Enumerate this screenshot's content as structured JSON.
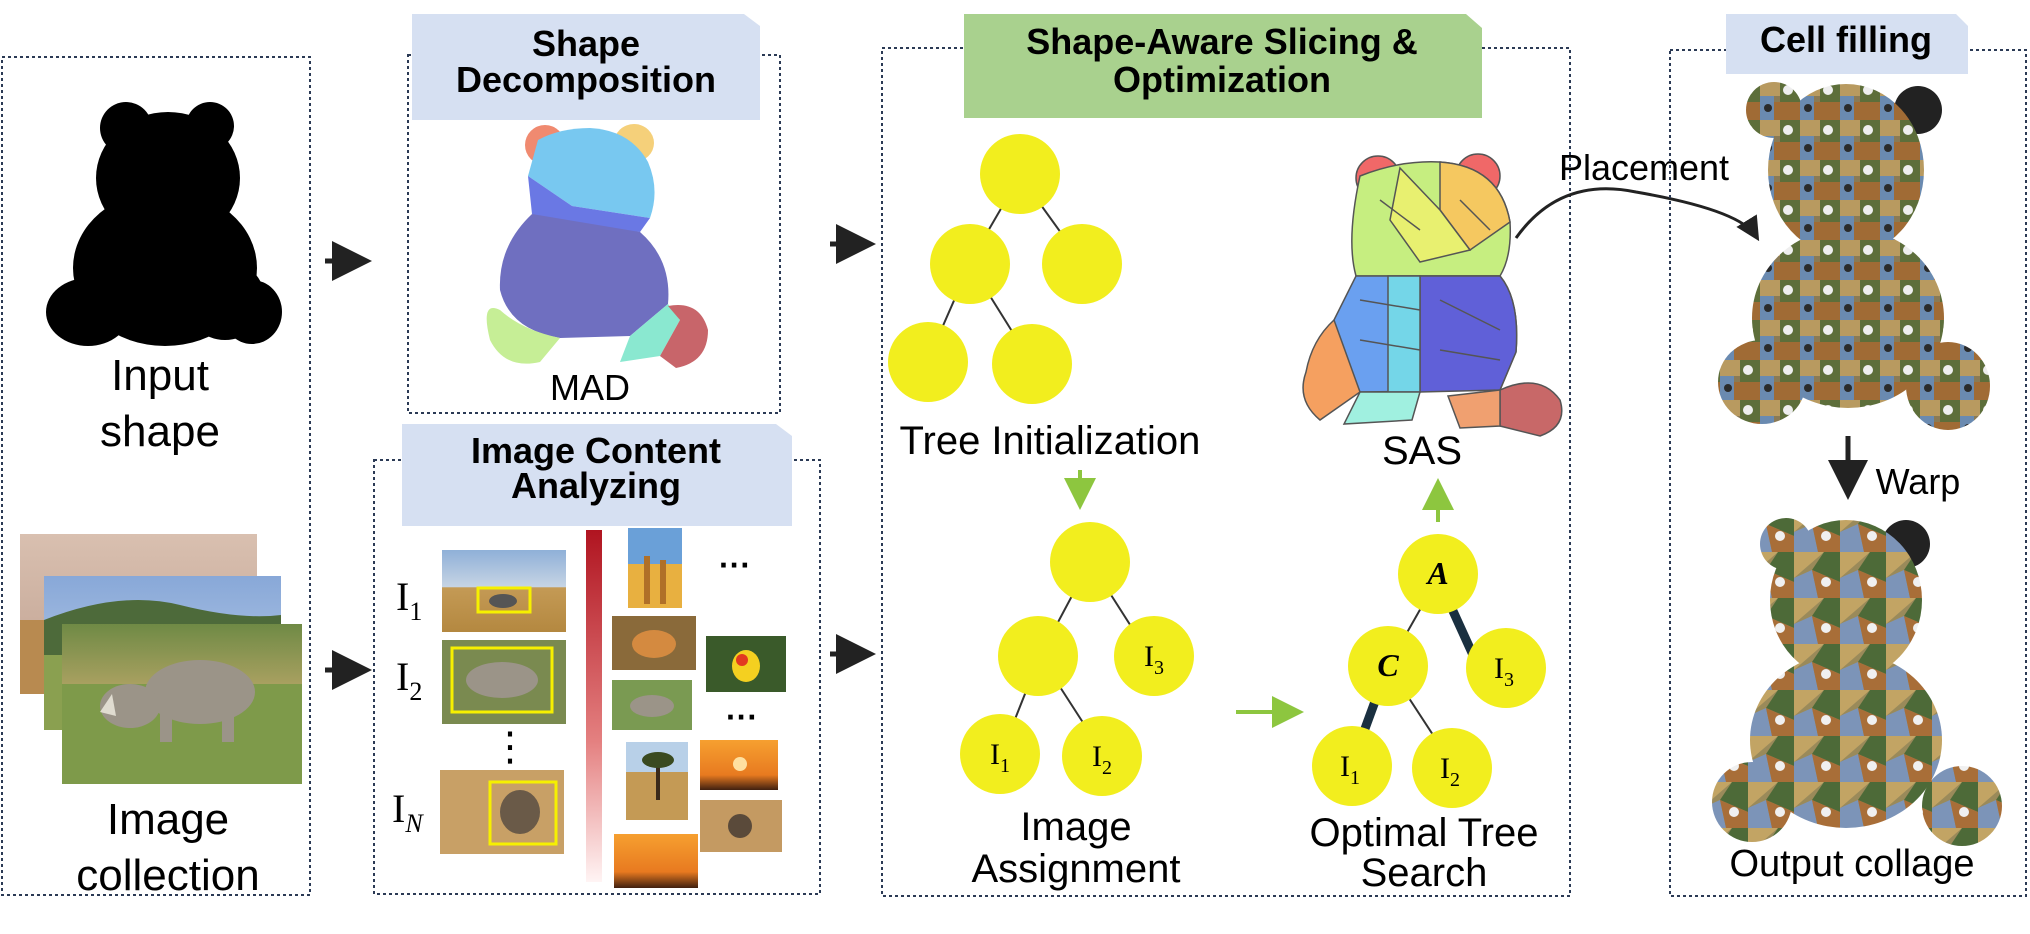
{
  "panels": {
    "input": {
      "shape_label_line1": "Input",
      "shape_label_line2": "shape",
      "collection_label_line1": "Image",
      "collection_label_line2": "collection"
    },
    "shape_decomposition": {
      "title_line1": "Shape",
      "title_line2": "Decomposition",
      "caption": "MAD"
    },
    "image_content": {
      "title_line1": "Image Content",
      "title_line2": "Analyzing",
      "labels": [
        "I",
        "I",
        "I"
      ],
      "subscripts": [
        "1",
        "2",
        "N"
      ],
      "vdots": "⋮",
      "ellipsis_top": "···",
      "ellipsis_mid": "···"
    },
    "slicing": {
      "title_line1": "Shape-Aware Slicing &",
      "title_line2": "Optimization",
      "tree_init": "Tree Initialization",
      "image_assignment_line1": "Image",
      "image_assignment_line2": "Assignment",
      "optimal_search_line1": "Optimal Tree",
      "optimal_search_line2": "Search",
      "sas": "SAS",
      "placement": "Placement",
      "node_I": "I",
      "sub1": "1",
      "sub2": "2",
      "sub3": "3",
      "node_A": "A",
      "node_C": "C"
    },
    "cell_filling": {
      "title": "Cell filling",
      "warp": "Warp",
      "output": "Output collage"
    }
  },
  "colors": {
    "title_blue": "#d6e0f2",
    "title_green": "#a9d18e",
    "node_yellow": "#f2ee1e",
    "arrow_green": "#8dc63f",
    "arrow_dark": "#222222",
    "dotted_border": "#2b3a55"
  }
}
